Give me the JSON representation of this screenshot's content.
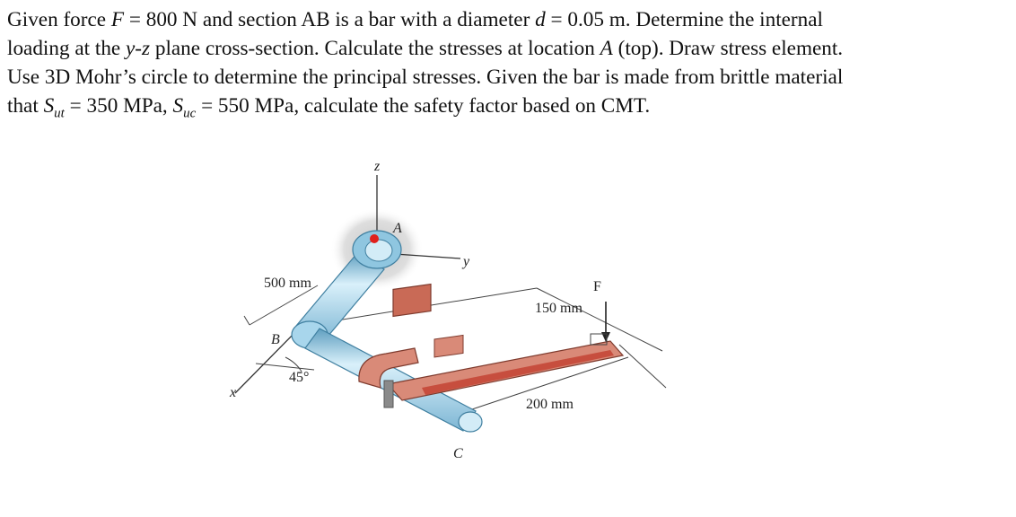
{
  "problem": {
    "line1": {
      "a": "Given force ",
      "F": "F",
      "b": " = 800 N and section AB is a bar with a diameter ",
      "d": "d",
      "c": " = 0.05 m. Determine the internal"
    },
    "line2": {
      "a": "loading at the ",
      "plane": "y-z",
      "b": " plane cross-section. Calculate the stresses at location ",
      "A": "A",
      "c": " (top). Draw stress element."
    },
    "line3": "Use 3D Mohr’s circle to determine the principal stresses.  Given the bar is made from brittle material",
    "line4": {
      "a": "that ",
      "S1": "S",
      "sub1": "ut",
      "b": " = 350 MPa, ",
      "S2": "S",
      "sub2": "uc",
      "c": " = 550 MPa, calculate the safety factor based on CMT."
    }
  },
  "figure": {
    "axis_z": "z",
    "axis_y": "y",
    "axis_x": "x",
    "label_A": "A",
    "label_B": "B",
    "label_C": "C",
    "label_F": "F",
    "dim_500": "500 mm",
    "dim_150": "150 mm",
    "dim_200": "200 mm",
    "angle_45": "45°"
  },
  "colors": {
    "pipe": "#9fd0e8",
    "pipe_dark": "#5f9fc0",
    "wrench": "#d98a78",
    "wrench_dark": "#a7503f",
    "point_A": "#e0201c"
  }
}
